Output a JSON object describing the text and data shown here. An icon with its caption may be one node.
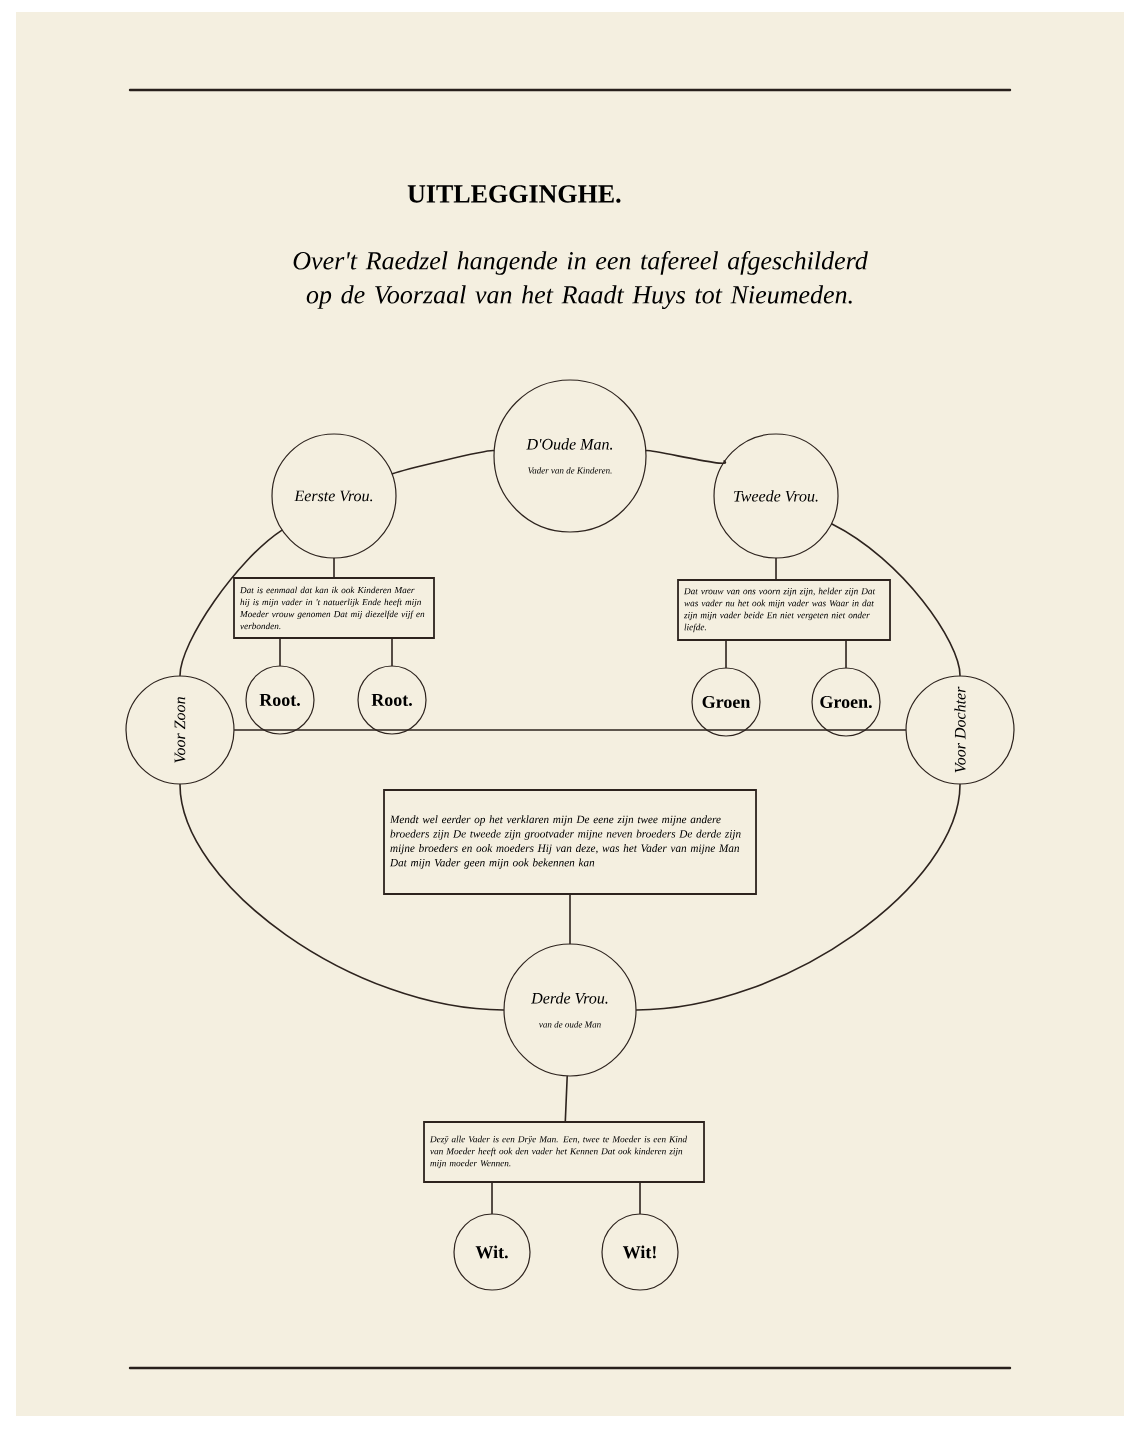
{
  "diagram": {
    "title": "UITLEGGINGHE.",
    "nodes": [
      {
        "text": [
          "D'Oude Man.",
          "Vader van de Kinderen."
        ]
      },
      {
        "text": [
          "Eerste Vrou."
        ]
      },
      {
        "text": [
          "Tweede Vrou."
        ]
      },
      {
        "text": [
          "Dat is eenmaal dat kan ik ook Kinderen Maer hij is mijn vader in 't natuerlijk Ende heeft mijn Moeder vrouw genomen Dat mij diezelfde vijf en verbonden."
        ]
      },
      {
        "text": [
          "Dat vrouw van ons voorn zijn zijn, helder zijn Dat was vader nu het ook mijn vader was Waar in dat zijn mijn vader beide En niet vergeten niet onder liefde."
        ]
      },
      {
        "text": [
          "Root."
        ]
      },
      {
        "text": [
          "Root."
        ]
      },
      {
        "text": [
          "Groen"
        ]
      },
      {
        "text": [
          "Groen."
        ]
      },
      {
        "text": [
          "Voor Zoon"
        ]
      },
      {
        "text": [
          "Voor Dochter"
        ]
      },
      {
        "text": [
          "Mendt wel eerder op het verklaren mijn De eene zijn twee mijne andere broeders zijn De tweede zijn grootvader mijne neven broeders De derde zijn mijne broeders en ook moeders Hij van deze, was het Vader van mijne Man Dat mijn Vader geen mijn ook bekennen kan"
        ]
      },
      {
        "text": [
          "Derde Vrou.",
          "van de oude Man"
        ]
      },
      {
        "text": [
          "Dezÿ alle Vader is een Drÿe Man. Een, twee te Moeder is een Kind van Moeder heeft ook den vader het Kennen Dat ook kinderen zijn mijn moeder Wennen."
        ]
      },
      {
        "text": [
          "Wit."
        ]
      },
      {
        "text": [
          "Wit!"
        ]
      }
    ],
    "edges": [
      {
        "from": 0,
        "to": 1,
        "arrow": "none"
      },
      {
        "from": 0,
        "to": 2,
        "arrow": "none"
      },
      {
        "from": 1,
        "to": 3,
        "arrow": "none"
      },
      {
        "from": 2,
        "to": 4,
        "arrow": "none"
      },
      {
        "from": 3,
        "to": 5,
        "arrow": "none"
      },
      {
        "from": 3,
        "to": 6,
        "arrow": "none"
      },
      {
        "from": 4,
        "to": 7,
        "arrow": "none"
      },
      {
        "from": 4,
        "to": 8,
        "arrow": "none"
      },
      {
        "from": 1,
        "to": 9,
        "arrow": "none"
      },
      {
        "from": 2,
        "to": 10,
        "arrow": "none"
      },
      {
        "from": 9,
        "to": 10,
        "arrow": "none"
      },
      {
        "from": 9,
        "to": 12,
        "arrow": "none"
      },
      {
        "from": 10,
        "to": 12,
        "arrow": "none"
      },
      {
        "from": 11,
        "to": 12,
        "arrow": "none"
      },
      {
        "from": 12,
        "to": 13,
        "arrow": "none"
      },
      {
        "from": 13,
        "to": 14,
        "arrow": "none"
      },
      {
        "from": 13,
        "to": 15,
        "arrow": "none"
      }
    ],
    "labels": [
      "Over't Raedzel hangende in een tafereel afgeschilderd op de Voorzaal van het Raadt Huys tot Nieumeden."
    ]
  }
}
